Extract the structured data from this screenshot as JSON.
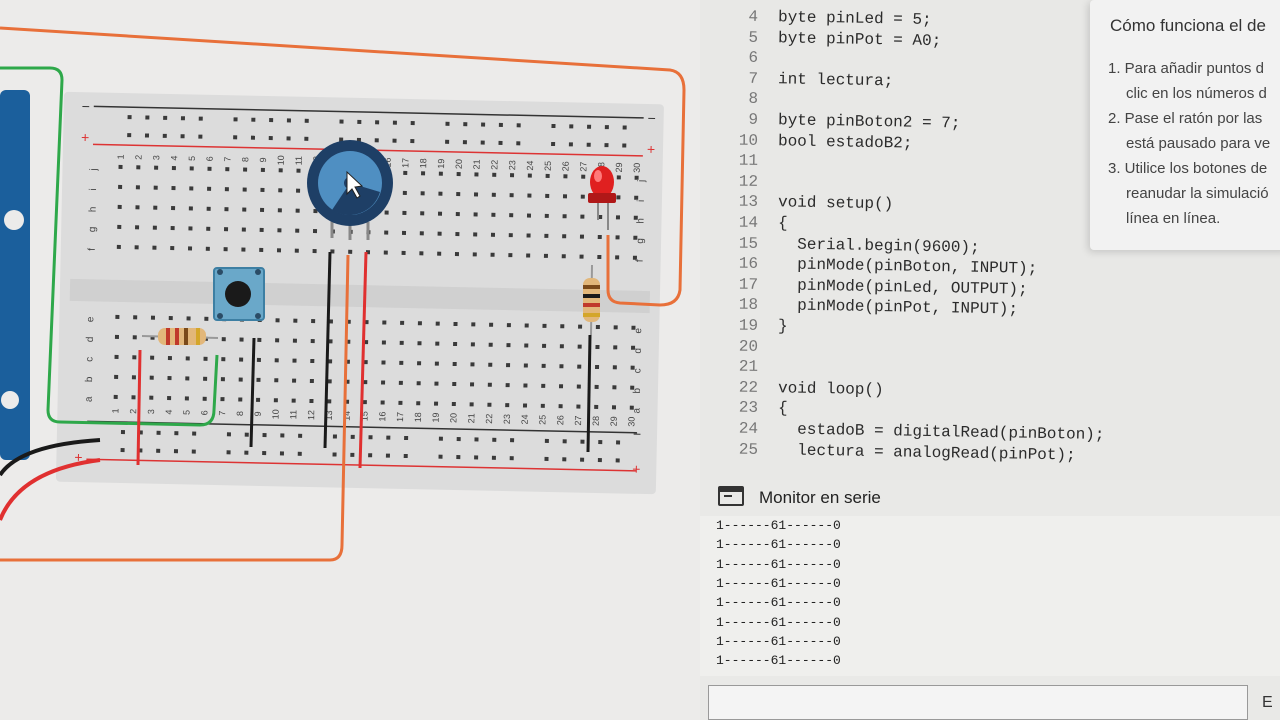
{
  "code": {
    "lines": [
      {
        "n": "4",
        "text": "byte pinLed = 5;"
      },
      {
        "n": "5",
        "text": "byte pinPot = A0;"
      },
      {
        "n": "6",
        "text": ""
      },
      {
        "n": "7",
        "text": "int lectura;"
      },
      {
        "n": "8",
        "text": ""
      },
      {
        "n": "9",
        "text": "byte pinBoton2 = 7;"
      },
      {
        "n": "10",
        "text": "bool estadoB2;"
      },
      {
        "n": "11",
        "text": ""
      },
      {
        "n": "12",
        "text": ""
      },
      {
        "n": "13",
        "text": "void setup()"
      },
      {
        "n": "14",
        "text": "{"
      },
      {
        "n": "15",
        "text": "  Serial.begin(9600);"
      },
      {
        "n": "16",
        "text": "  pinMode(pinBoton, INPUT);"
      },
      {
        "n": "17",
        "text": "  pinMode(pinLed, OUTPUT);"
      },
      {
        "n": "18",
        "text": "  pinMode(pinPot, INPUT);"
      },
      {
        "n": "19",
        "text": "}"
      },
      {
        "n": "20",
        "text": ""
      },
      {
        "n": "21",
        "text": ""
      },
      {
        "n": "22",
        "text": "void loop()"
      },
      {
        "n": "23",
        "text": "{"
      },
      {
        "n": "24",
        "text": "  estadoB = digitalRead(pinBoton);"
      },
      {
        "n": "25",
        "text": "  lectura = analogRead(pinPot);"
      }
    ]
  },
  "help": {
    "title": "Cómo funciona el de",
    "steps": [
      [
        "1. Para añadir puntos d",
        "clic en los números d"
      ],
      [
        "2. Pase el ratón por las",
        "está pausado para ve"
      ],
      [
        "3. Utilice los botones de",
        "reanudar la simulació",
        "línea en línea."
      ]
    ]
  },
  "serial": {
    "title": "Monitor en serie",
    "icon": "serial-monitor-icon",
    "lines": [
      "1------61------0",
      "1------61------0",
      "1------61------0",
      "1------61------0",
      "1------61------0",
      "1------61------0",
      "1------61------0",
      "1------61------0"
    ],
    "input_value": "",
    "send_label": "E"
  },
  "breadboard": {
    "column_numbers": [
      "1",
      "2",
      "3",
      "4",
      "5",
      "6",
      "7",
      "8",
      "9",
      "10",
      "11",
      "12",
      "13",
      "14",
      "15",
      "16",
      "17",
      "18",
      "19",
      "20",
      "21",
      "22",
      "23",
      "24",
      "25",
      "26",
      "27",
      "28",
      "29",
      "30"
    ],
    "row_letters_top": [
      "j",
      "i",
      "h",
      "g",
      "f"
    ],
    "row_letters_bottom": [
      "e",
      "d",
      "c",
      "b",
      "a"
    ],
    "rail_minus": "−",
    "rail_plus": "+"
  },
  "colors": {
    "wire_orange": "#e8703a",
    "wire_green": "#2ea84a",
    "wire_red": "#e03030",
    "wire_black": "#1a1a1a",
    "pot_blue": "#1e3f66",
    "led_red": "#e02020",
    "arduino_blue": "#1b5f9c"
  }
}
